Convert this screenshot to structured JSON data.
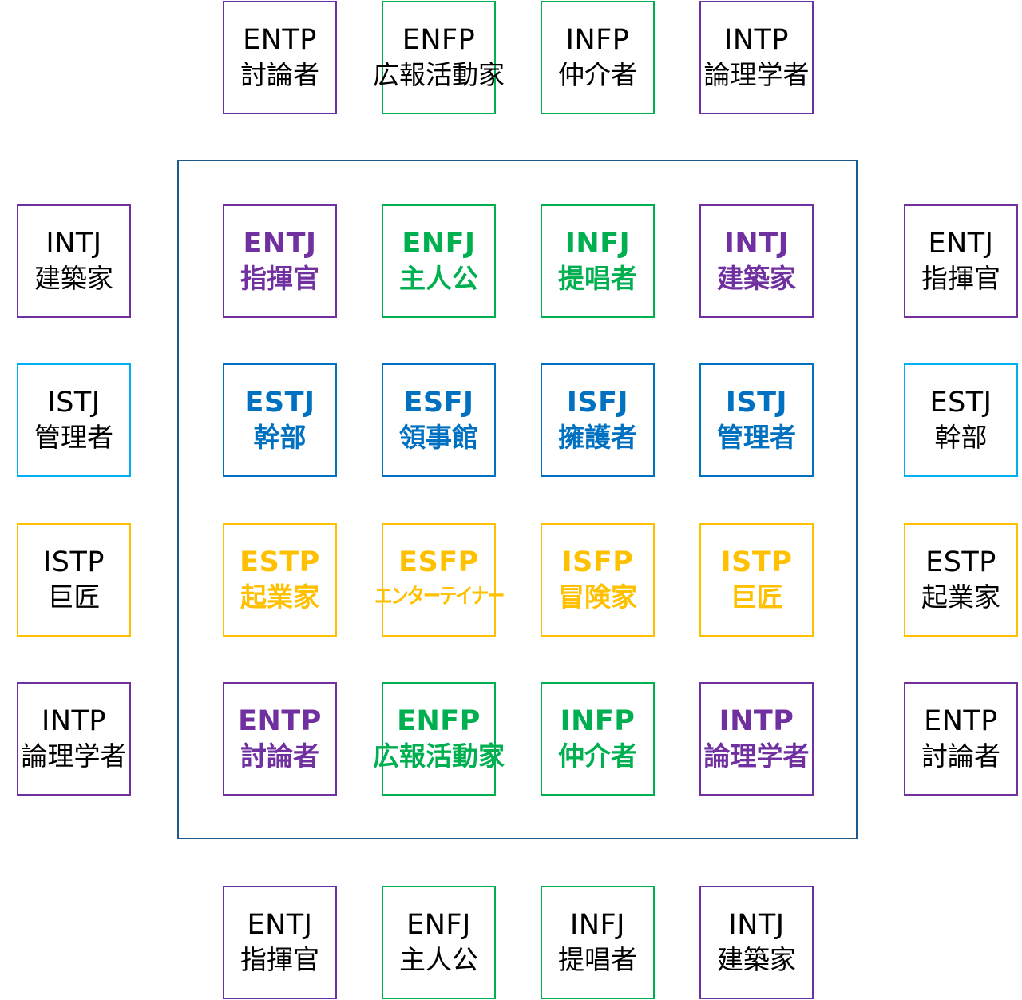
{
  "colors": {
    "purple": "#7030a0",
    "green": "#00b050",
    "blue": "#0070c0",
    "cyan": "#00b0f0",
    "yellow": "#ffc000",
    "frame": "#1f5a8c",
    "black": "#000000"
  },
  "top_row": [
    {
      "code": "ENTP",
      "name": "討論者",
      "group": "purple"
    },
    {
      "code": "ENFP",
      "name": "広報活動家",
      "group": "green"
    },
    {
      "code": "INFP",
      "name": "仲介者",
      "group": "green"
    },
    {
      "code": "INTP",
      "name": "論理学者",
      "group": "purple"
    }
  ],
  "bottom_row": [
    {
      "code": "ENTJ",
      "name": "指揮官",
      "group": "purple"
    },
    {
      "code": "ENFJ",
      "name": "主人公",
      "group": "green"
    },
    {
      "code": "INFJ",
      "name": "提唱者",
      "group": "green"
    },
    {
      "code": "INTJ",
      "name": "建築家",
      "group": "purple"
    }
  ],
  "left_column": [
    {
      "code": "INTJ",
      "name": "建築家",
      "group": "purple"
    },
    {
      "code": "ISTJ",
      "name": "管理者",
      "group": "cyan"
    },
    {
      "code": "ISTP",
      "name": "巨匠",
      "group": "yellow"
    },
    {
      "code": "INTP",
      "name": "論理学者",
      "group": "purple"
    }
  ],
  "right_column": [
    {
      "code": "ENTJ",
      "name": "指揮官",
      "group": "purple"
    },
    {
      "code": "ESTJ",
      "name": "幹部",
      "group": "cyan"
    },
    {
      "code": "ESTP",
      "name": "起業家",
      "group": "yellow"
    },
    {
      "code": "ENTP",
      "name": "討論者",
      "group": "purple"
    }
  ],
  "center_grid": [
    [
      {
        "code": "ENTJ",
        "name": "指揮官",
        "group": "purple"
      },
      {
        "code": "ENFJ",
        "name": "主人公",
        "group": "green"
      },
      {
        "code": "INFJ",
        "name": "提唱者",
        "group": "green"
      },
      {
        "code": "INTJ",
        "name": "建築家",
        "group": "purple"
      }
    ],
    [
      {
        "code": "ESTJ",
        "name": "幹部",
        "group": "blue"
      },
      {
        "code": "ESFJ",
        "name": "領事館",
        "group": "blue"
      },
      {
        "code": "ISFJ",
        "name": "擁護者",
        "group": "blue"
      },
      {
        "code": "ISTJ",
        "name": "管理者",
        "group": "blue"
      }
    ],
    [
      {
        "code": "ESTP",
        "name": "起業家",
        "group": "yellow"
      },
      {
        "code": "ESFP",
        "name": "エンターテイナー",
        "group": "yellow"
      },
      {
        "code": "ISFP",
        "name": "冒険家",
        "group": "yellow"
      },
      {
        "code": "ISTP",
        "name": "巨匠",
        "group": "yellow"
      }
    ],
    [
      {
        "code": "ENTP",
        "name": "討論者",
        "group": "purple"
      },
      {
        "code": "ENFP",
        "name": "広報活動家",
        "group": "green"
      },
      {
        "code": "INFP",
        "name": "仲介者",
        "group": "green"
      },
      {
        "code": "INTP",
        "name": "論理学者",
        "group": "purple"
      }
    ]
  ]
}
